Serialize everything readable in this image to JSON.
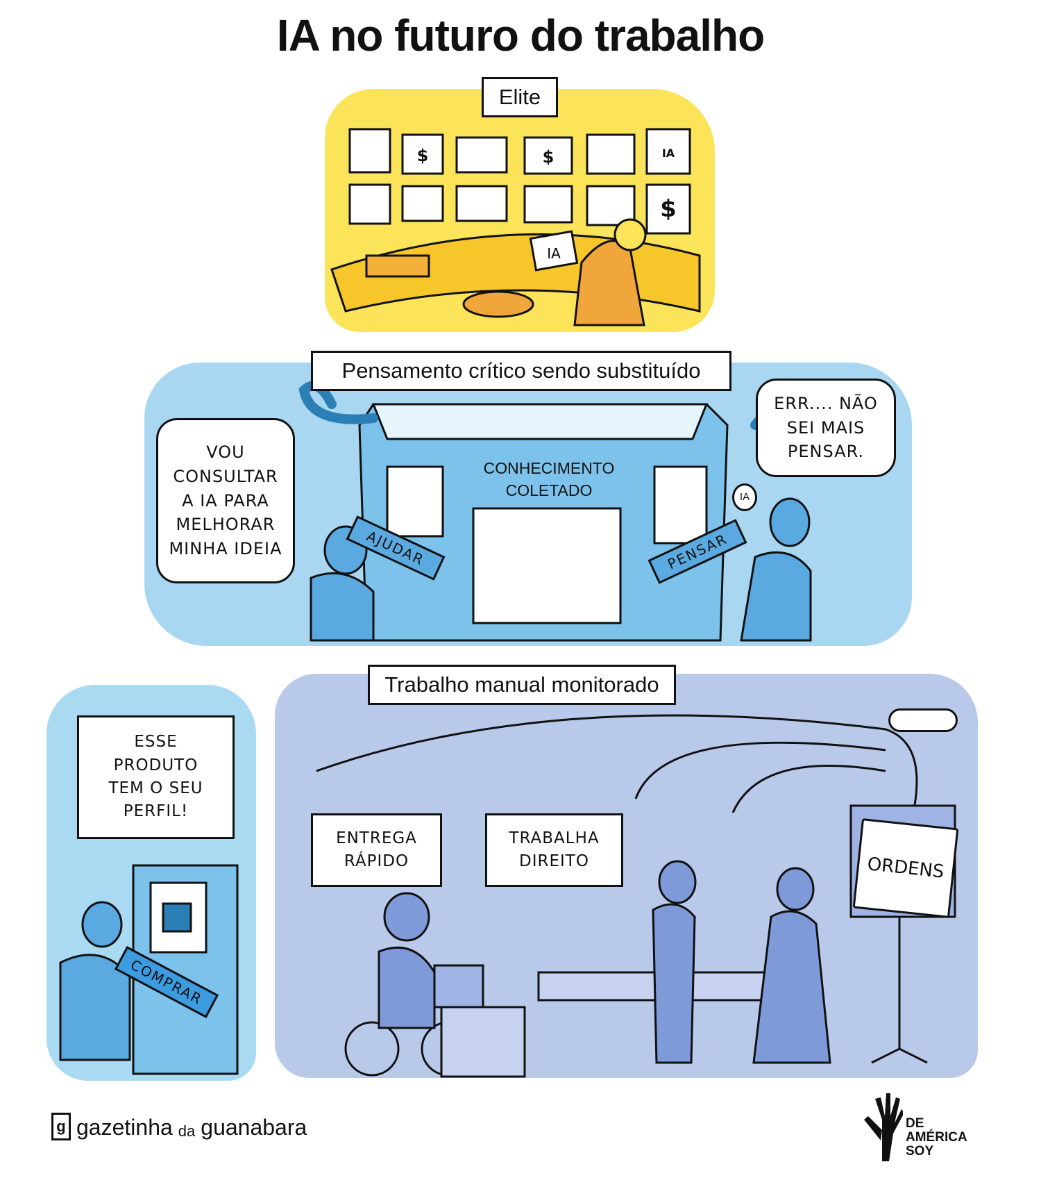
{
  "title": "IA no futuro do trabalho",
  "elite": {
    "label": "Elite",
    "screens": [
      "$",
      "$",
      "IA",
      "$"
    ],
    "laptop_text": "IA",
    "colors": {
      "bg": "#fbe35a",
      "desk": "#f7c62a"
    }
  },
  "critical": {
    "label": "Pensamento crítico sendo substituído",
    "left_bubble": [
      "VOU",
      "CONSULTAR",
      "A IA PARA",
      "MELHORAR",
      "MINHA IDEIA"
    ],
    "right_bubble": [
      "ERR.... NÃO",
      "SEI MAIS",
      "PENSAR."
    ],
    "machine_label": [
      "CONHECIMENTO",
      "COLETADO"
    ],
    "left_key": "AJUDAR",
    "right_key": "PENSAR",
    "bulb_text": "IA",
    "colors": {
      "bg": "#a9d7f1",
      "machine": "#7cc2ea"
    }
  },
  "shopping": {
    "bubble": [
      "ESSE",
      "PRODUTO",
      "TEM O SEU",
      "PERFIL!"
    ],
    "key": "COMPRAR",
    "colors": {
      "bg": "#a9daf2"
    }
  },
  "manual": {
    "label": "Trabalho manual monitorado",
    "left_box": [
      "ENTREGA",
      "RÁPIDO"
    ],
    "right_box": [
      "TRABALHA",
      "DIREITO"
    ],
    "screen": "ORDENS",
    "colors": {
      "bg": "#b9c9ea",
      "figures": "#7f9ad8"
    }
  },
  "footer": {
    "publisher": "gazetinha",
    "publisher_mid": "da",
    "publisher_end": "guanabara",
    "partner": [
      "DE",
      "AMÉRICA",
      "SOY"
    ]
  }
}
